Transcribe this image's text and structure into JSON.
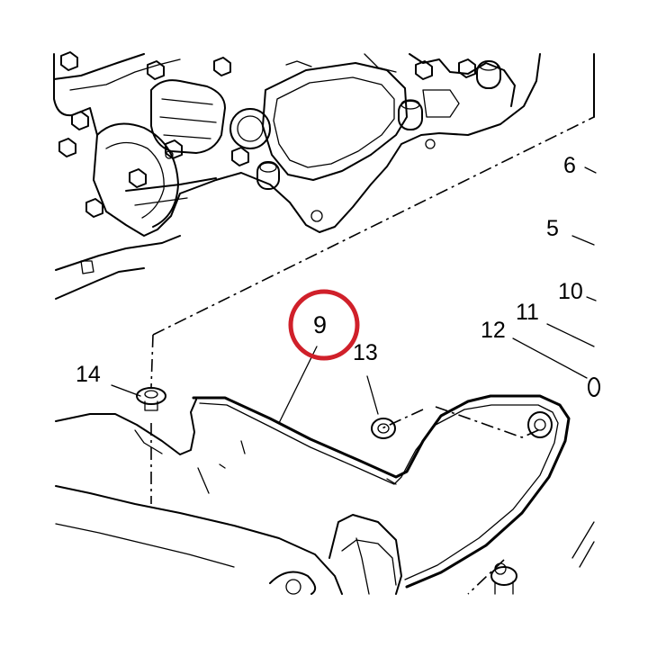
{
  "diagram": {
    "labels": {
      "l6": "6",
      "l5": "5",
      "l10": "10",
      "l11": "11",
      "l12": "12",
      "l9": "9",
      "l13": "13",
      "l14": "14"
    },
    "highlight": {
      "label": "9",
      "color": "#d0202a"
    }
  }
}
